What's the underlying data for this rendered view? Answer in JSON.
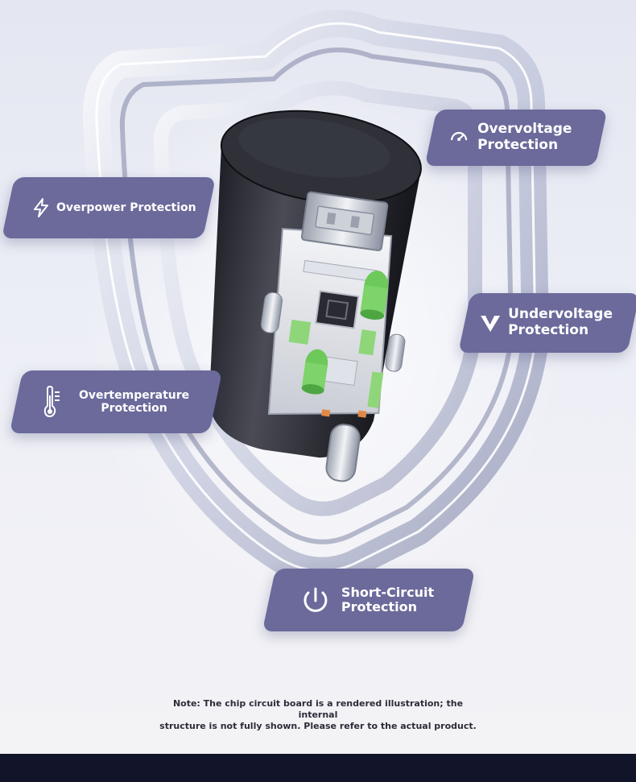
{
  "badges": {
    "overvoltage": {
      "line1": "Overvoltage",
      "line2": "Protection",
      "icon": "gauge-icon"
    },
    "overpower": {
      "label": "Overpower Protection",
      "icon": "lightning-icon"
    },
    "undervoltage": {
      "line1": "Undervoltage",
      "line2": "Protection",
      "icon": "v-chevron-icon"
    },
    "overtemperature": {
      "line1": "Overtemperature",
      "line2": "Protection",
      "icon": "thermometer-icon"
    },
    "short_circuit": {
      "line1": "Short-Circuit",
      "line2": "Protection",
      "icon": "power-icon"
    }
  },
  "note": {
    "line1": "Note: The chip circuit board is a rendered illustration; the internal",
    "line2": "structure is not fully shown. Please refer to the actual product."
  },
  "colors": {
    "badge": "#6b6a9b",
    "badge_text": "#ffffff",
    "footer": "#12152a",
    "pcb_green": "#7ed36a",
    "charger_dark": "#2b2c33"
  }
}
